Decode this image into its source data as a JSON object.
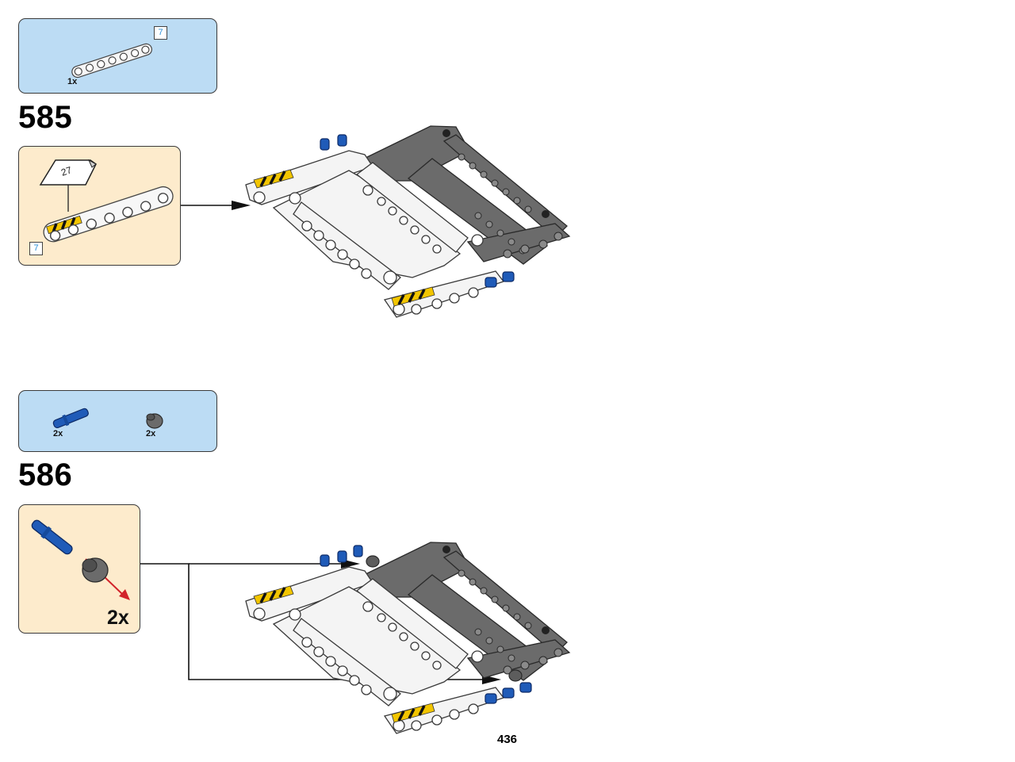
{
  "steps": [
    {
      "number": "585",
      "parts": [
        {
          "name": "beam-7",
          "qty": "1x",
          "length_tag": "7"
        }
      ],
      "subassembly": {
        "callout_page": "27",
        "length_tag": "7"
      }
    },
    {
      "number": "586",
      "parts": [
        {
          "name": "blue-axle-pin",
          "qty": "2x"
        },
        {
          "name": "dark-gray-bush",
          "qty": "2x"
        }
      ],
      "subassembly": {
        "qty": "2x"
      }
    }
  ],
  "page_number": "436",
  "colors": {
    "parts_box": "#bcdcf4",
    "subassembly_box": "#fdebcc",
    "beam_white": "#f4f4f4",
    "beam_dark": "#6b6b6b",
    "pin_blue": "#1f5bb8",
    "arrow_red": "#d2232a",
    "sticker_yellow": "#f2c500"
  }
}
